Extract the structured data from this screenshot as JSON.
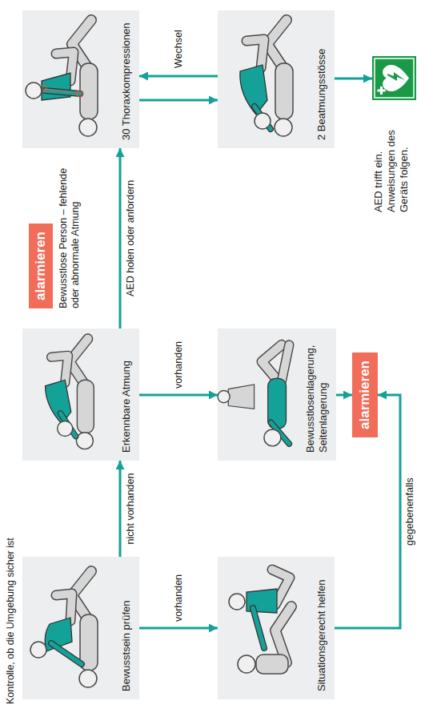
{
  "diagram": {
    "title": "Kontrolle, ob die Umgebung sicher ist",
    "nodes": [
      {
        "text": [
          "Bewusstsein prüfen"
        ]
      },
      {
        "text": [
          "Erkennbare Atmung"
        ]
      },
      {
        "text": [
          "alarmieren",
          "Bewusstlose Person – fehlende oder abnormale Atmung"
        ]
      },
      {
        "text": [
          "30 Thoraxkompressionen"
        ]
      },
      {
        "text": [
          "2 Beatmungsstösse"
        ]
      },
      {
        "text": [
          "Situationsgerecht helfen"
        ]
      },
      {
        "text": [
          "Bewusstlosenlagerung, Seitenlagerung"
        ]
      },
      {
        "text": [
          "AED trifft ein. Anweisungen des Geräts folgen."
        ]
      },
      {
        "text": [
          "alarmieren"
        ]
      }
    ],
    "edges": [
      {
        "from": 0,
        "to": 1,
        "arrow": "to",
        "label": "nicht vorhanden"
      },
      {
        "from": 0,
        "to": 5,
        "arrow": "to",
        "label": "vorhanden"
      },
      {
        "from": 1,
        "to": 6,
        "arrow": "to",
        "label": "vorhanden"
      },
      {
        "from": 1,
        "to": 3,
        "arrow": "to",
        "label": "AED holen oder anfordern"
      },
      {
        "from": 3,
        "to": 4,
        "arrow": "to",
        "label": "Wechsel"
      },
      {
        "from": 4,
        "to": 3,
        "arrow": "to"
      },
      {
        "from": 4,
        "to": 7,
        "arrow": "to"
      },
      {
        "from": 6,
        "to": 8,
        "arrow": "to"
      },
      {
        "from": 5,
        "to": 8,
        "arrow": "to",
        "label": "gegebenenfalls"
      }
    ]
  }
}
